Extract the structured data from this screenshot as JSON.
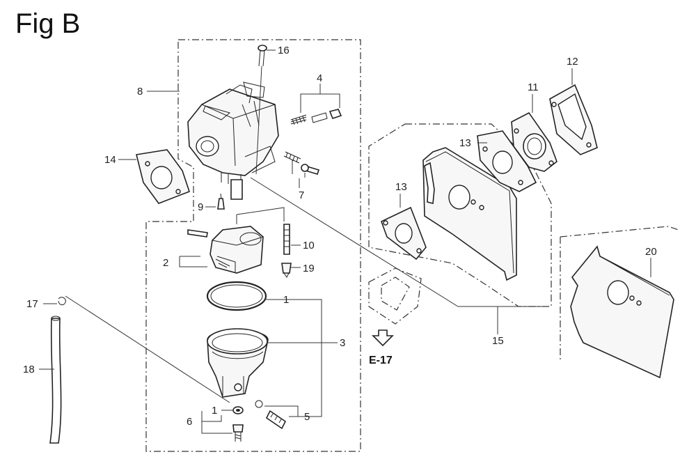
{
  "figure": {
    "title": "Fig B"
  },
  "reference": {
    "label": "E-17"
  },
  "callouts": {
    "p1a": "1",
    "p1b": "1",
    "p2": "2",
    "p3": "3",
    "p4": "4",
    "p5": "5",
    "p6": "6",
    "p7": "7",
    "p8": "8",
    "p9": "9",
    "p10": "10",
    "p11": "11",
    "p12": "12",
    "p13a": "13",
    "p13b": "13",
    "p14": "14",
    "p15": "15",
    "p16": "16",
    "p17": "17",
    "p18": "18",
    "p19": "19",
    "p20": "20"
  }
}
